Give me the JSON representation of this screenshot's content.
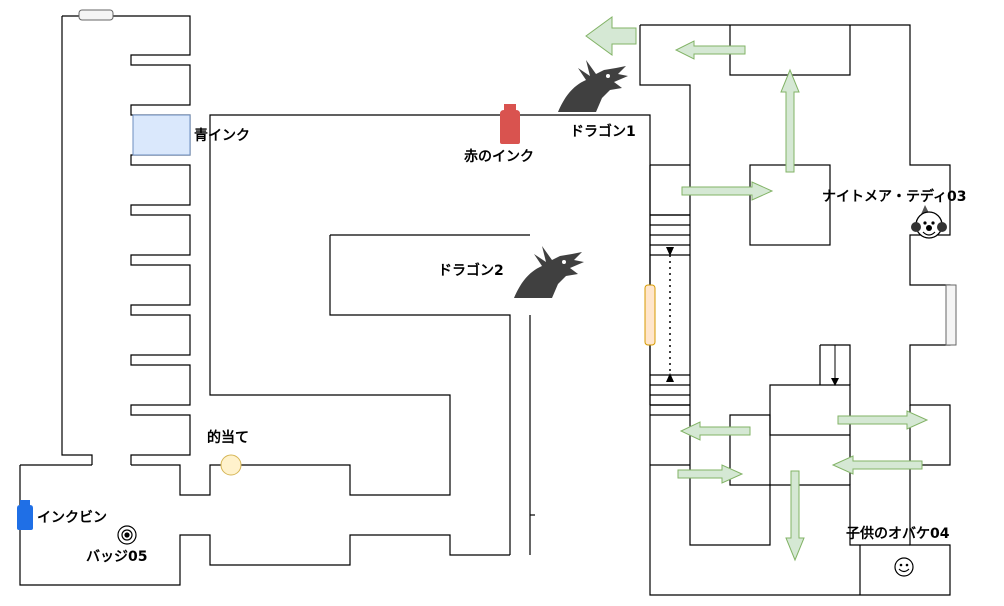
{
  "labels": {
    "blue_ink": "青インク",
    "red_ink": "赤のインク",
    "dragon1": "ドラゴン1",
    "dragon2": "ドラゴン2",
    "nightmare_teddy": "ナイトメア・テディ03",
    "target": "的当て",
    "ink_bottle": "インクビン",
    "badge": "バッジ05",
    "child_ghost": "子供のオバケ04"
  },
  "colors": {
    "wall": "#000000",
    "arrow_fill": "#d5e8d4",
    "arrow_stroke": "#82b366",
    "blue_ink_fill": "#dae8fc",
    "blue_ink_stroke": "#6c8ebf",
    "door_fill": "#ffe6cc",
    "door_stroke": "#d79b00",
    "red_bottle": "#d9534f",
    "blue_bottle": "#1f6fe6",
    "dragon": "#404040"
  },
  "icons": [
    "dragon-icon",
    "red-ink-bottle-icon",
    "blue-ink-bottle-icon",
    "clown-icon",
    "smiley-icon",
    "badge-icon",
    "target-icon"
  ]
}
